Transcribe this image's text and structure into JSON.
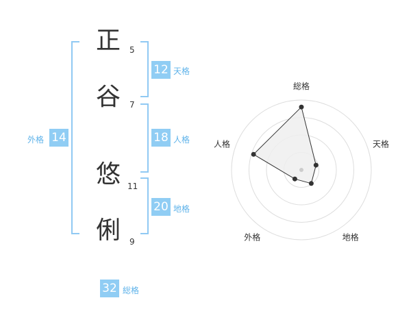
{
  "name": {
    "chars": [
      {
        "char": "正",
        "strokes": "5"
      },
      {
        "char": "谷",
        "strokes": "7"
      },
      {
        "char": "悠",
        "strokes": "11"
      },
      {
        "char": "俐",
        "strokes": "9"
      }
    ]
  },
  "kakusu": {
    "tenkaku": {
      "value": "12",
      "label": "天格"
    },
    "jinkaku": {
      "value": "18",
      "label": "人格"
    },
    "chikaku": {
      "value": "20",
      "label": "地格"
    },
    "gaikaku": {
      "value": "14",
      "label": "外格"
    },
    "soukaku": {
      "value": "32",
      "label": "総格"
    }
  },
  "colors": {
    "accent": "#90cdf4",
    "bracket": "#90c9f3",
    "label": "#5fb3ea",
    "text": "#333333"
  },
  "chart_data": {
    "type": "radar",
    "axes": [
      "総格",
      "天格",
      "地格",
      "外格",
      "人格"
    ],
    "values": [
      0.9,
      0.22,
      0.24,
      0.16,
      0.72
    ],
    "range": [
      0,
      1
    ],
    "rings": 4
  }
}
